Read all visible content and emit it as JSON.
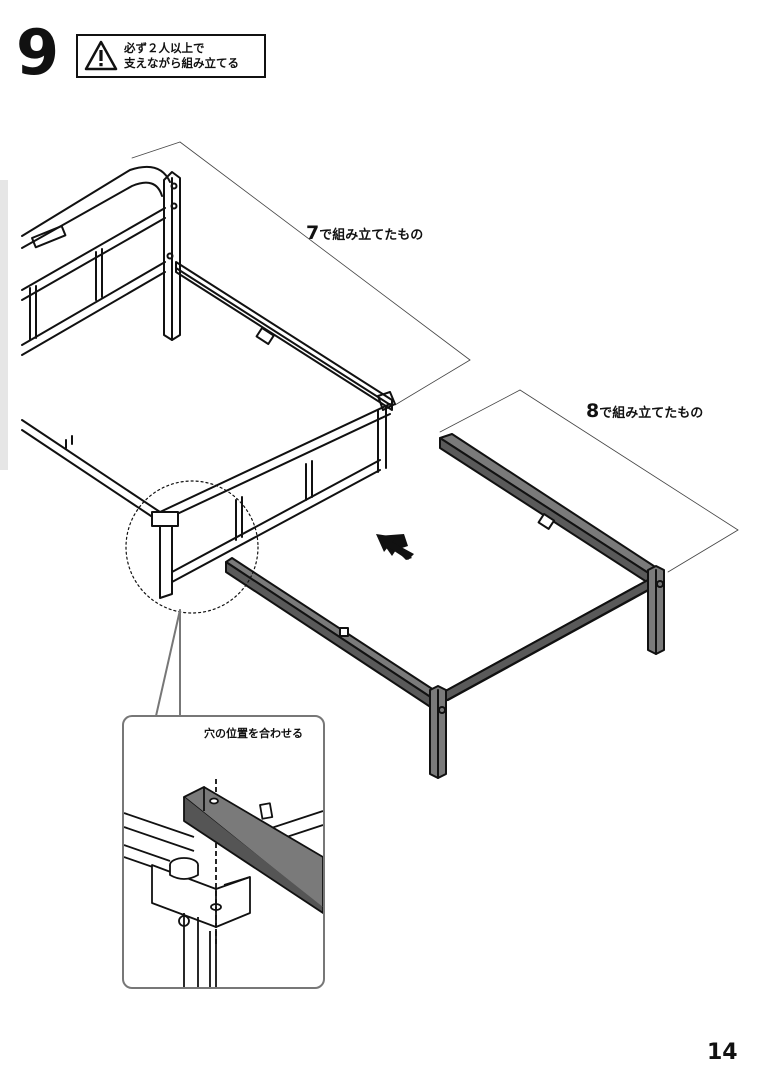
{
  "step": {
    "number": "9"
  },
  "warning": {
    "icon": "warning-triangle-icon",
    "line1": "必ず２人以上で",
    "line2": "支えながら組み立てる"
  },
  "callouts": {
    "from_step_7": {
      "num": "7",
      "text": "で組み立てたもの"
    },
    "from_step_8": {
      "num": "8",
      "text": "で組み立てたもの"
    }
  },
  "detail": {
    "caption": "穴の位置を合わせる"
  },
  "page": {
    "number": "14"
  },
  "colors": {
    "line": "#111111",
    "part_gray": "#7a7a7a",
    "callout_border": "#777777"
  }
}
